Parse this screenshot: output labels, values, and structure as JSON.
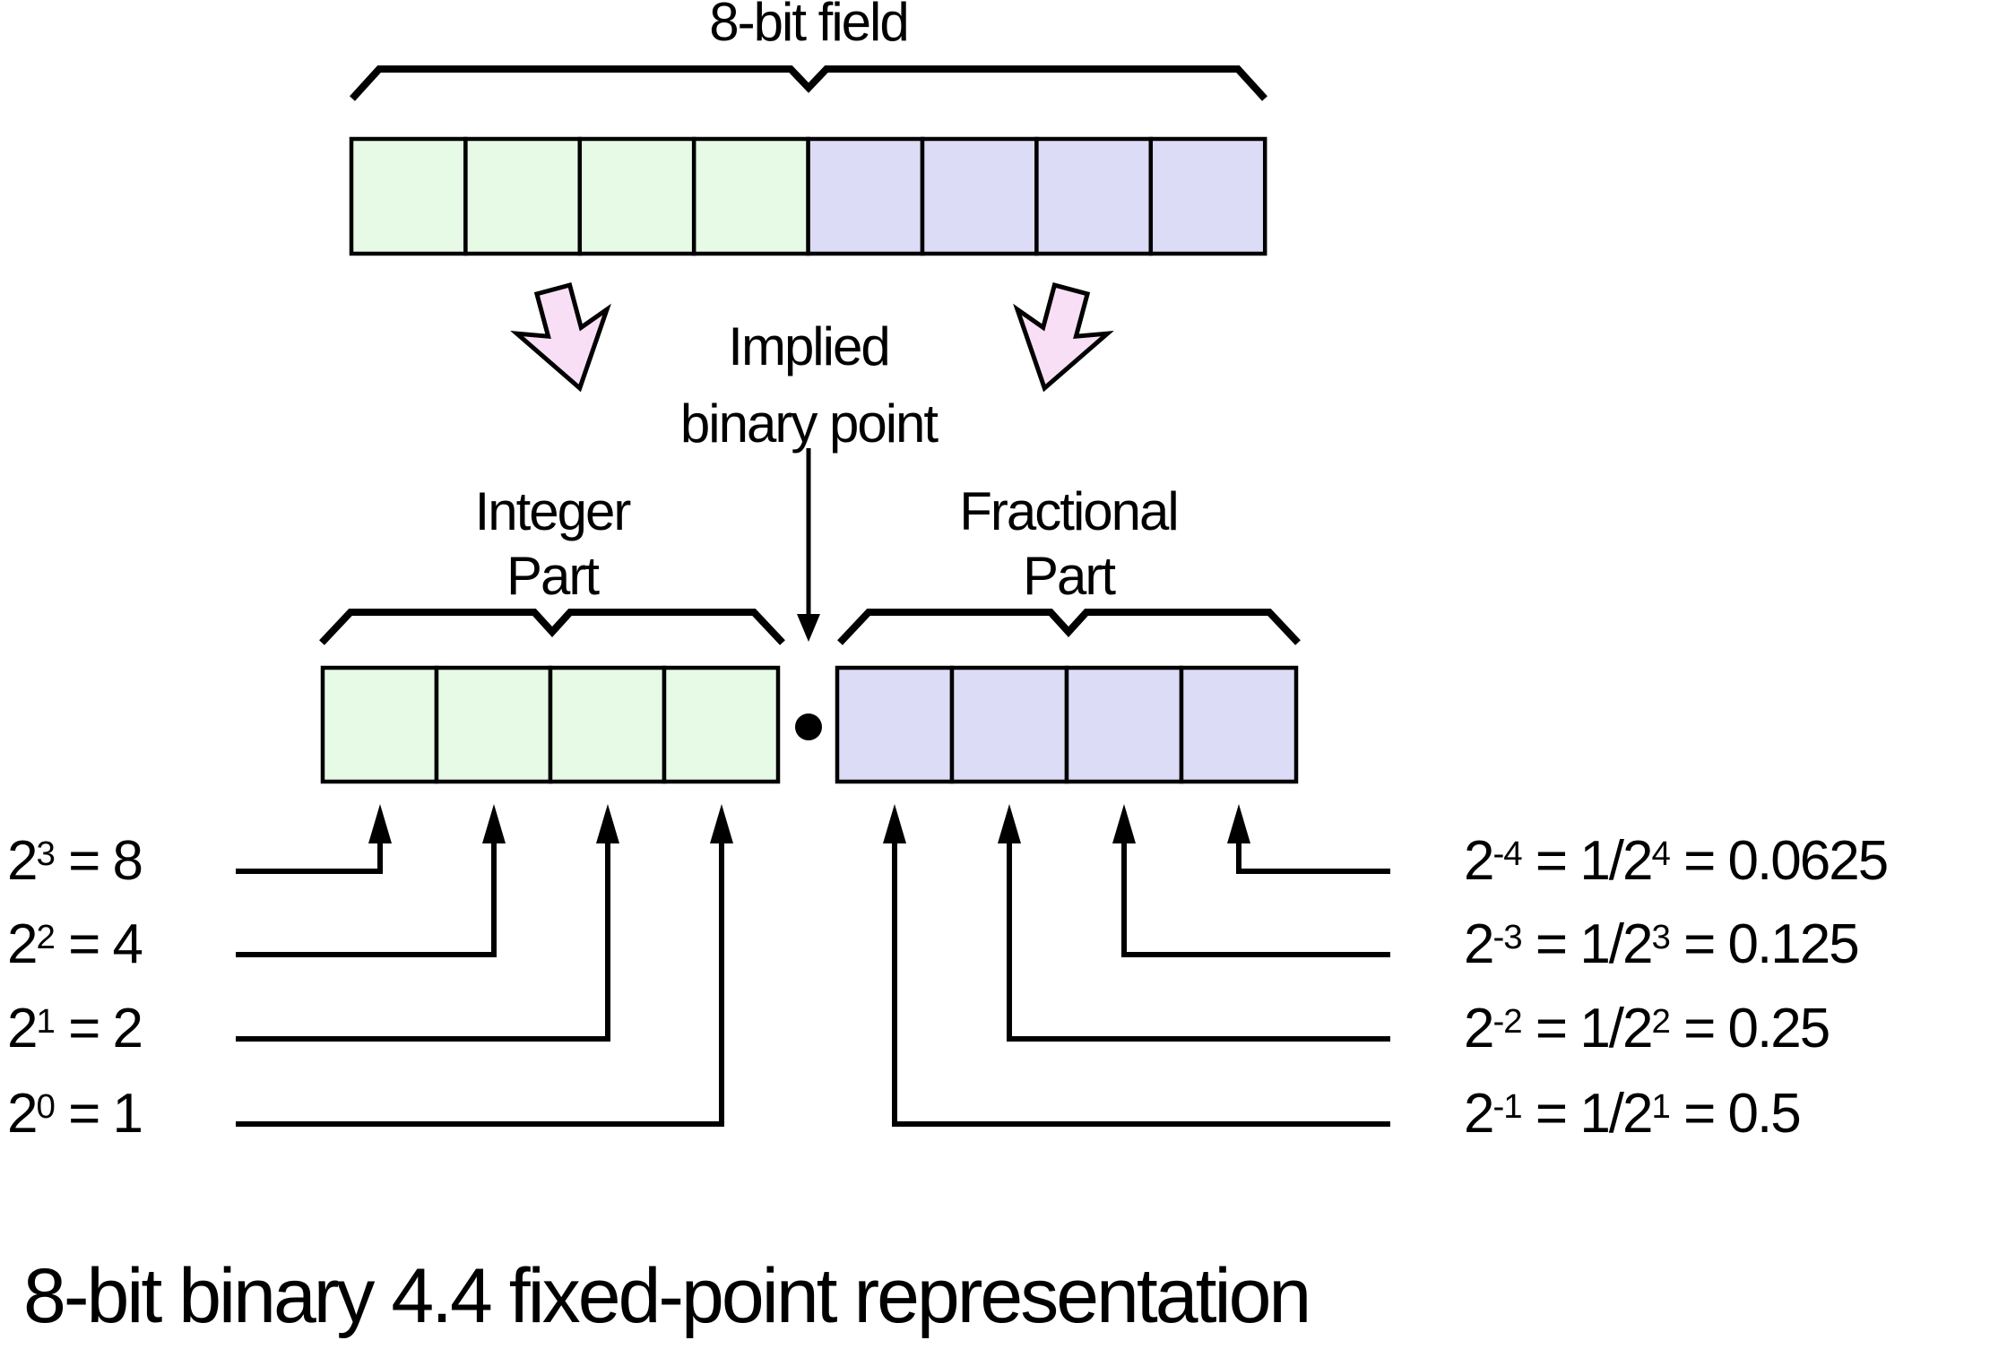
{
  "title": "8-bit field",
  "implied": {
    "line1": "Implied",
    "line2": "binary point"
  },
  "integer_part": {
    "line1": "Integer",
    "line2": "Part"
  },
  "fractional_part": {
    "line1": "Fractional",
    "line2": "Part"
  },
  "caption": "8-bit binary 4.4 fixed-point representation",
  "field": {
    "total_bits": 8,
    "integer_bits": 4,
    "fractional_bits": 4
  },
  "colors": {
    "integer_cell_fill": "#e6fae6",
    "fractional_cell_fill": "#dddcf6",
    "block_arrow_fill": "#f8dff6",
    "line_color": "#000000"
  },
  "integer_weights": [
    {
      "segments": [
        {
          "t": "2"
        },
        {
          "t": "3",
          "sup": true
        },
        {
          "t": " = 8"
        }
      ]
    },
    {
      "segments": [
        {
          "t": "2"
        },
        {
          "t": "2",
          "sup": true
        },
        {
          "t": " = 4"
        }
      ]
    },
    {
      "segments": [
        {
          "t": "2"
        },
        {
          "t": "1",
          "sup": true
        },
        {
          "t": " = 2"
        }
      ]
    },
    {
      "segments": [
        {
          "t": "2"
        },
        {
          "t": "0",
          "sup": true
        },
        {
          "t": " = 1"
        }
      ]
    }
  ],
  "fractional_weights": [
    {
      "segments": [
        {
          "t": "2"
        },
        {
          "t": "-4",
          "sup": true
        },
        {
          "t": " = 1/2"
        },
        {
          "t": "4",
          "sup": true
        },
        {
          "t": " = 0.0625"
        }
      ]
    },
    {
      "segments": [
        {
          "t": "2"
        },
        {
          "t": "-3",
          "sup": true
        },
        {
          "t": " = 1/2"
        },
        {
          "t": "3",
          "sup": true
        },
        {
          "t": " = 0.125"
        }
      ]
    },
    {
      "segments": [
        {
          "t": "2"
        },
        {
          "t": "-2",
          "sup": true
        },
        {
          "t": " = 1/2"
        },
        {
          "t": "2",
          "sup": true
        },
        {
          "t": " = 0.25"
        }
      ]
    },
    {
      "segments": [
        {
          "t": "2"
        },
        {
          "t": "-1",
          "sup": true
        },
        {
          "t": " = 1/2"
        },
        {
          "t": "1",
          "sup": true
        },
        {
          "t": " = 0.5"
        }
      ]
    }
  ]
}
